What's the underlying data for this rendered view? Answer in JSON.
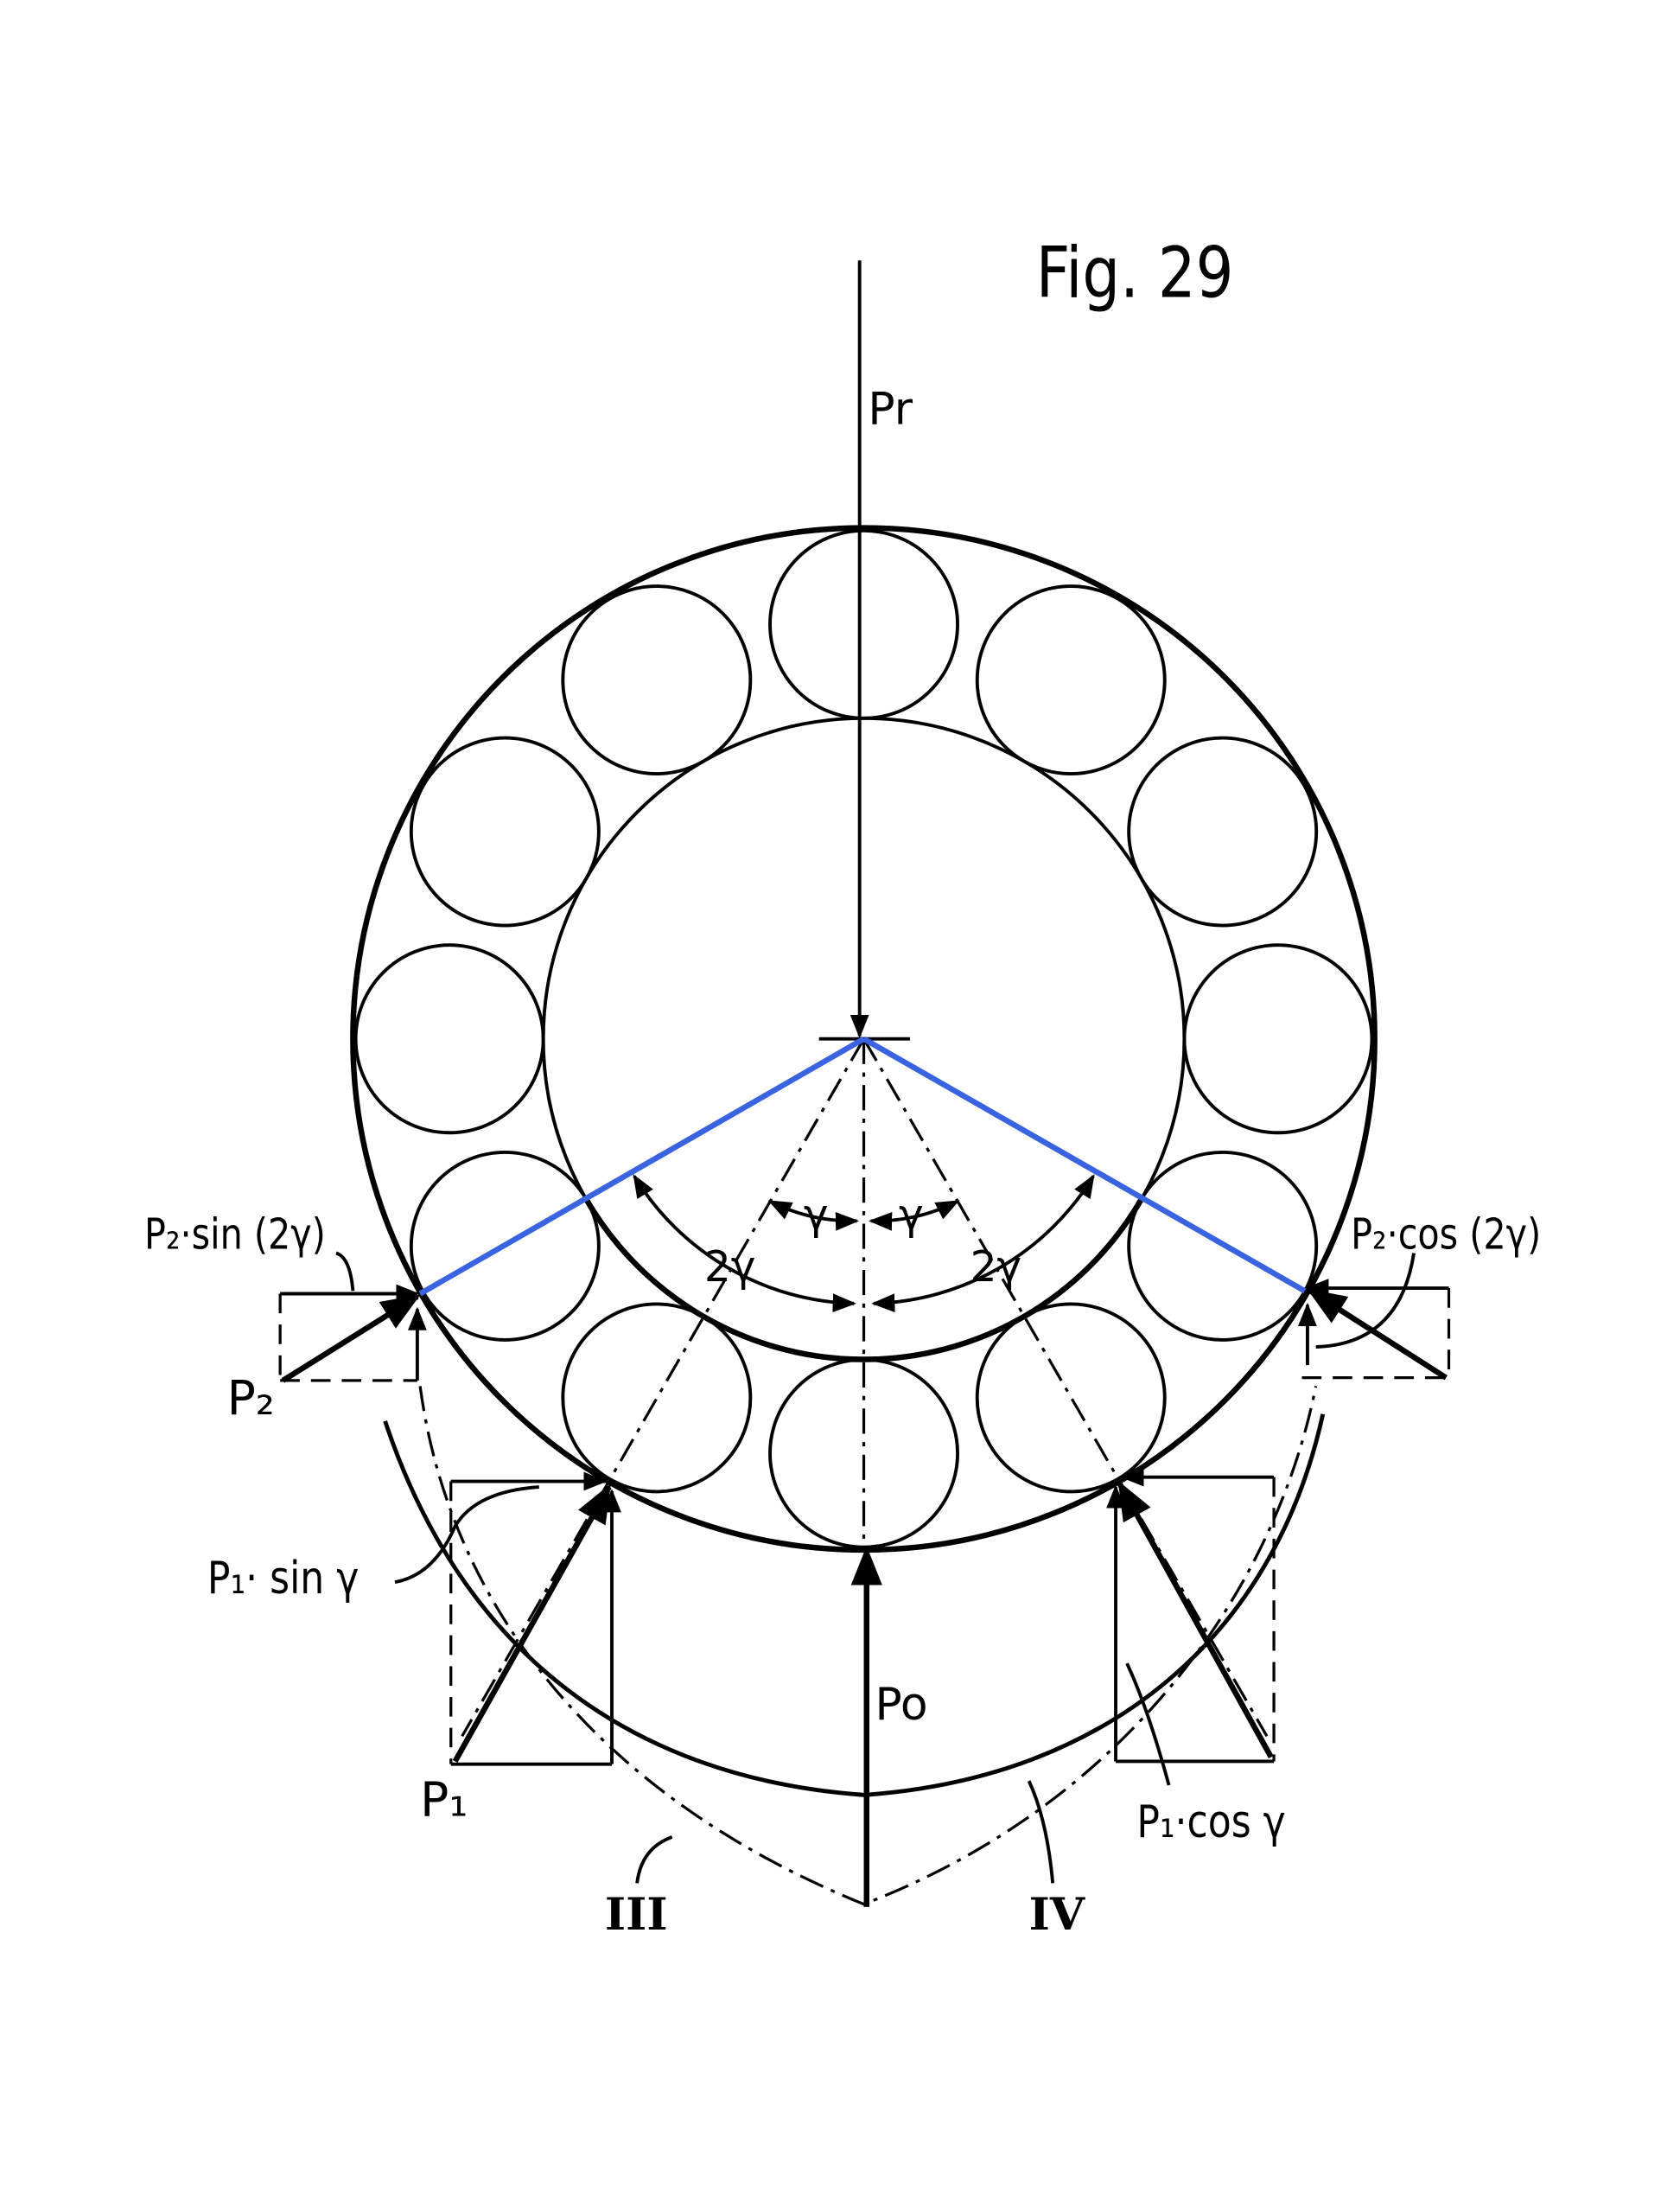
{
  "figure_title": "Fig. 29",
  "colors": {
    "ink": "#000000",
    "highlight_line": "#3a63e0",
    "background": "#ffffff"
  },
  "labels": {
    "pr": "Pr",
    "po": "Po",
    "p2_sin": "P₂·sin (2γ)",
    "p2_cos": "P₂·cos (2γ)",
    "p2": "P₂",
    "p1_sin": "P₁· sin γ",
    "p1": "P₁",
    "p1_cos": "P₁·cos γ",
    "gamma_left": "γ",
    "gamma_right": "γ",
    "two_gamma_left": "2γ",
    "two_gamma_right": "2γ",
    "curve_iii": "III",
    "curve_iv": "IV"
  },
  "bearing": {
    "roller_count": 12
  }
}
